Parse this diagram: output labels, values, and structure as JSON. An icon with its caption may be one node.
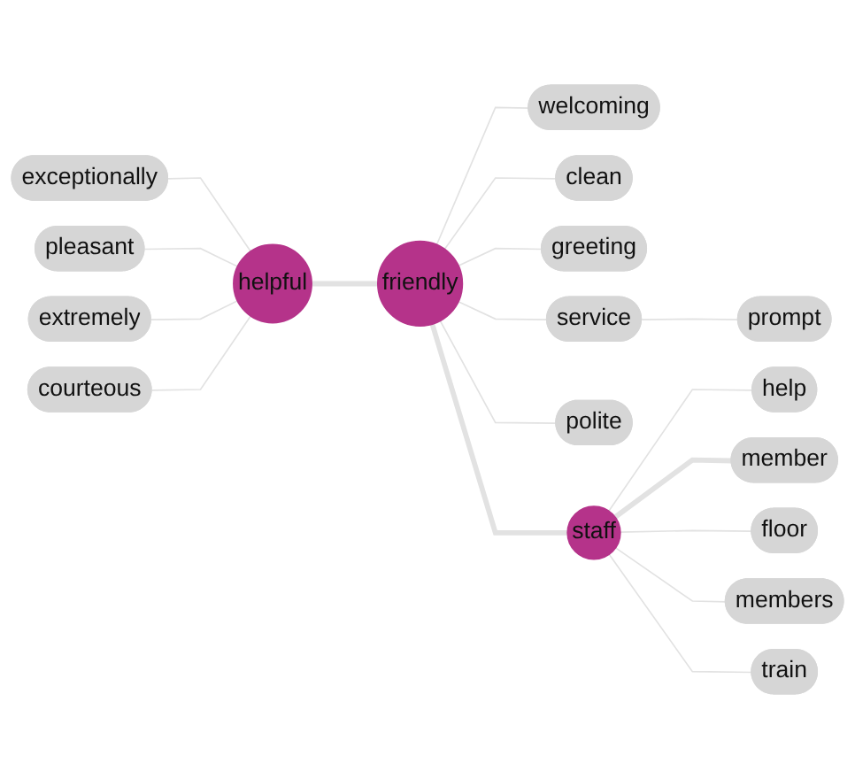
{
  "diagram": {
    "nodes": [
      {
        "text": [
          "exceptionally"
        ]
      },
      {
        "text": [
          "pleasant"
        ]
      },
      {
        "text": [
          "extremely"
        ]
      },
      {
        "text": [
          "helpful"
        ]
      },
      {
        "text": [
          "courteous"
        ]
      },
      {
        "text": [
          "welcoming"
        ]
      },
      {
        "text": [
          "help"
        ]
      },
      {
        "text": [
          "member"
        ]
      },
      {
        "text": [
          "clean"
        ]
      },
      {
        "text": [
          "friendly"
        ]
      },
      {
        "text": [
          "greeting"
        ]
      },
      {
        "text": [
          "staff"
        ]
      },
      {
        "text": [
          "floor"
        ]
      },
      {
        "text": [
          "polite"
        ]
      },
      {
        "text": [
          "members"
        ]
      },
      {
        "text": [
          "train"
        ]
      },
      {
        "text": [
          "service"
        ]
      },
      {
        "text": [
          "prompt"
        ]
      }
    ],
    "edges": [
      {
        "from": 0,
        "to": 3,
        "arrow": "none"
      },
      {
        "from": 1,
        "to": 3,
        "arrow": "none"
      },
      {
        "from": 2,
        "to": 3,
        "arrow": "none"
      },
      {
        "from": 4,
        "to": 3,
        "arrow": "none"
      },
      {
        "from": 3,
        "to": 9,
        "arrow": "none",
        "style": "thick"
      },
      {
        "from": 9,
        "to": 5,
        "arrow": "none"
      },
      {
        "from": 9,
        "to": 8,
        "arrow": "none"
      },
      {
        "from": 9,
        "to": 10,
        "arrow": "none"
      },
      {
        "from": 9,
        "to": 13,
        "arrow": "none"
      },
      {
        "from": 9,
        "to": 16,
        "arrow": "none"
      },
      {
        "from": 16,
        "to": 17,
        "arrow": "none"
      },
      {
        "from": 9,
        "to": 11,
        "arrow": "none",
        "style": "thick"
      },
      {
        "from": 11,
        "to": 6,
        "arrow": "none"
      },
      {
        "from": 11,
        "to": 7,
        "arrow": "none",
        "style": "thick"
      },
      {
        "from": 11,
        "to": 12,
        "arrow": "none"
      },
      {
        "from": 11,
        "to": 14,
        "arrow": "none"
      },
      {
        "from": 11,
        "to": 15,
        "arrow": "none"
      }
    ]
  }
}
